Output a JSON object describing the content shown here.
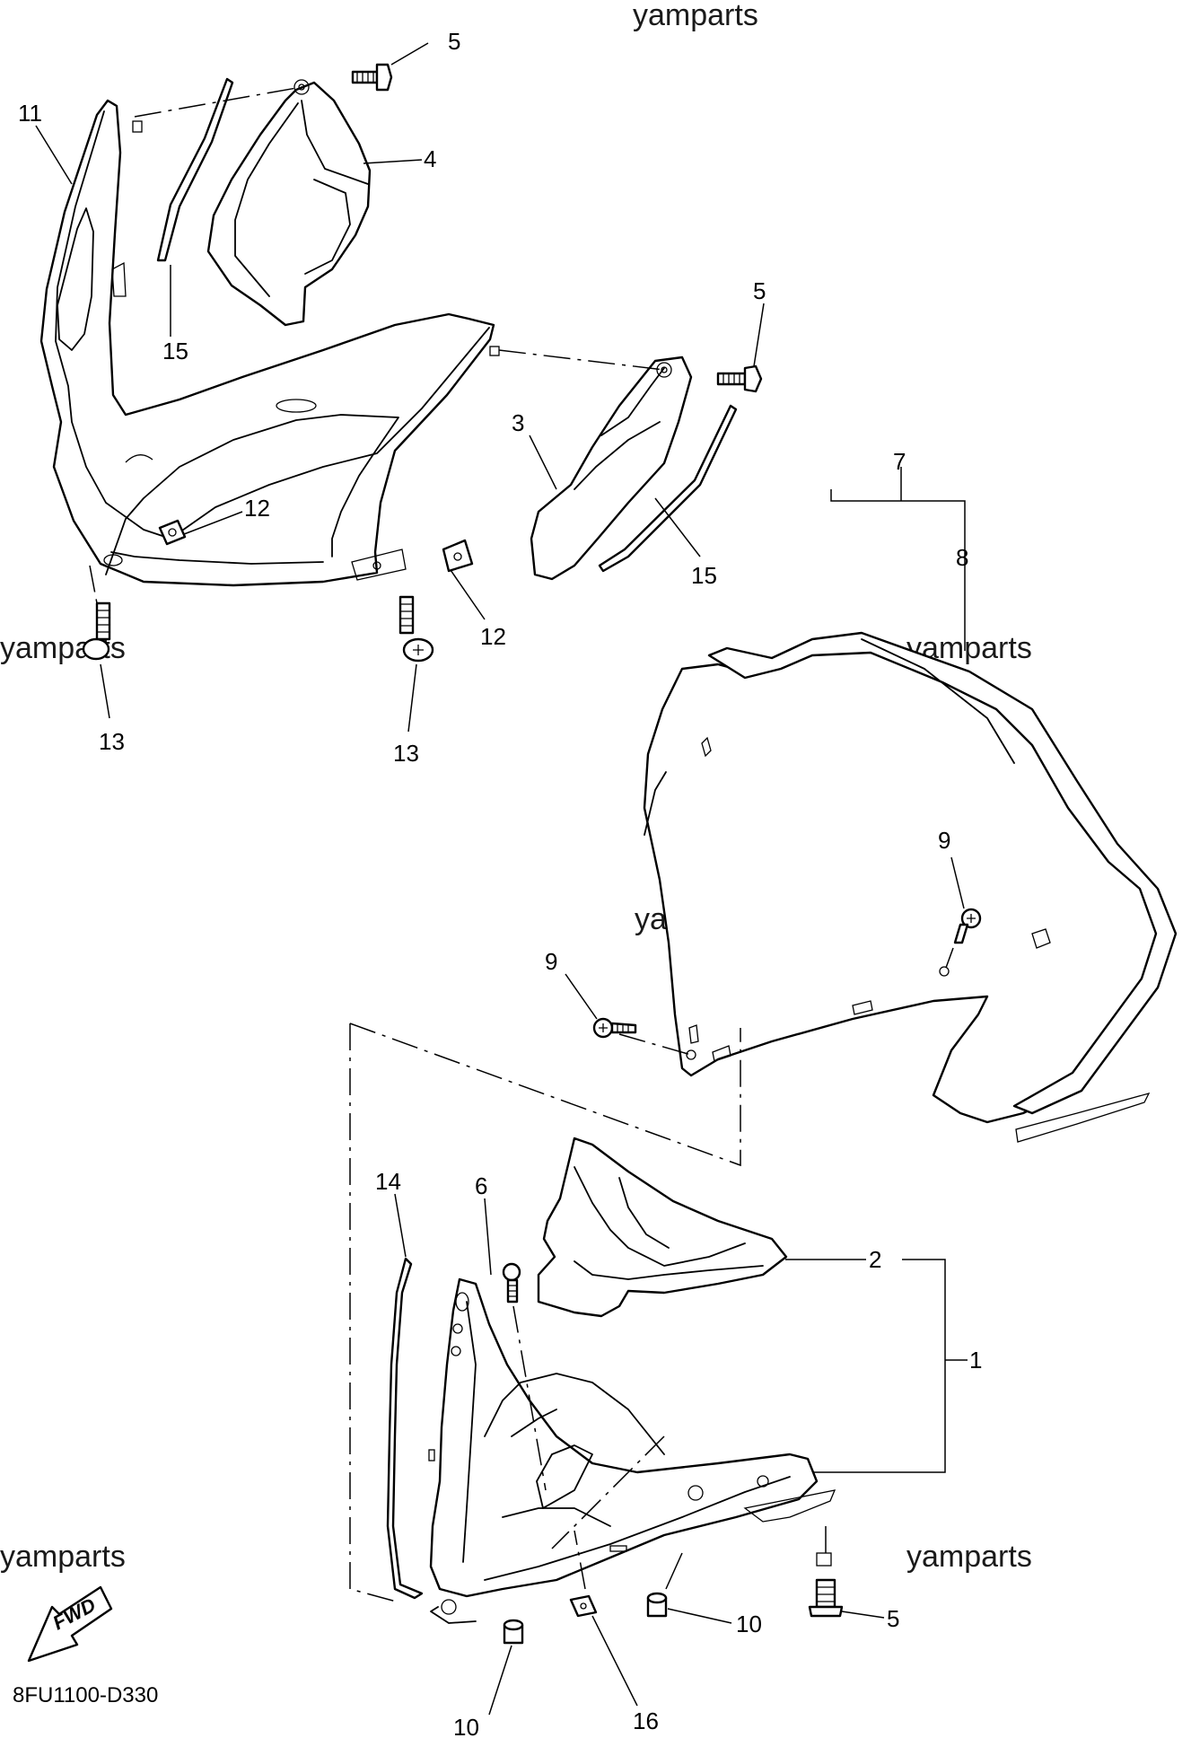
{
  "watermark": "yamparts",
  "diagram_code": "8FU1100-D330",
  "fwd_label": "FWD",
  "callouts": {
    "c1": "1",
    "c2": "2",
    "c3": "3",
    "c4": "4",
    "c5a": "5",
    "c5b": "5",
    "c5c": "5",
    "c6": "6",
    "c7": "7",
    "c8": "8",
    "c9a": "9",
    "c9b": "9",
    "c10a": "10",
    "c10b": "10",
    "c11": "11",
    "c12a": "12",
    "c12b": "12",
    "c13a": "13",
    "c13b": "13",
    "c14": "14",
    "c15a": "15",
    "c15b": "15",
    "c16": "16"
  }
}
